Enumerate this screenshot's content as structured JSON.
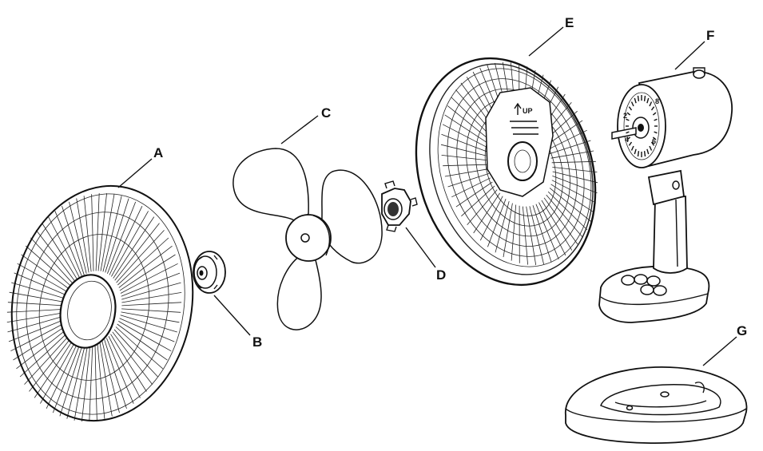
{
  "diagram": {
    "parts": [
      {
        "id": "A",
        "label": "A"
      },
      {
        "id": "B",
        "label": "B"
      },
      {
        "id": "C",
        "label": "C"
      },
      {
        "id": "D",
        "label": "D"
      },
      {
        "id": "E",
        "label": "E"
      },
      {
        "id": "F",
        "label": "F"
      },
      {
        "id": "G",
        "label": "G"
      }
    ],
    "rear_grille_marking": "UP",
    "motor_dial_markings": [
      "2",
      "4",
      "6",
      "8"
    ]
  }
}
